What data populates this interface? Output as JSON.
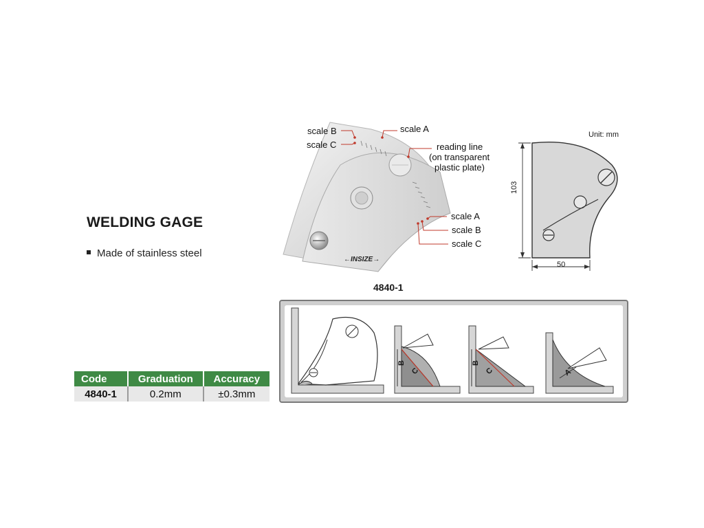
{
  "product": {
    "title": "WELDING GAGE",
    "feature": "Made of stainless steel",
    "model": "4840-1",
    "brand": "INSIZE"
  },
  "photo_callouts": {
    "left_scale_b": "scale B",
    "left_scale_c": "scale C",
    "top_scale_a": "scale A",
    "reading_line_1": "reading line",
    "reading_line_2": "(on transparent",
    "reading_line_3": "plastic plate)",
    "right_scale_a": "scale A",
    "right_scale_b": "scale B",
    "right_scale_c": "scale C"
  },
  "dimensions": {
    "unit": "Unit: mm",
    "height": "103",
    "width": "50"
  },
  "usage_labels": {
    "fig2_b": "B",
    "fig2_c": "C",
    "fig3_b": "B",
    "fig3_c": "C",
    "fig4_a": "A"
  },
  "spec_table": {
    "headers": [
      "Code",
      "Graduation",
      "Accuracy"
    ],
    "rows": [
      [
        "4840-1",
        "0.2mm",
        "±0.3mm"
      ]
    ]
  },
  "colors": {
    "table_header": "#3f8a45",
    "callout_line": "#c0392b",
    "panel_border": "#7a7a7a"
  }
}
